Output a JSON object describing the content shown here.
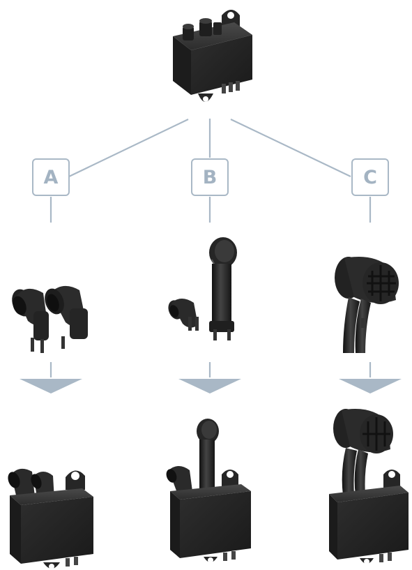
{
  "labels": {
    "a": "A",
    "b": "B",
    "c": "C"
  },
  "colors": {
    "line": "#a9b8c6",
    "arrow": "#a9b8c6",
    "label_text": "#a3b3c2",
    "housing": "#262626",
    "housing_highlight": "#3a3a3a",
    "housing_shadow": "#141414"
  },
  "icons": {
    "base_module": "junction-box-icon",
    "option_a_parts": "dual-elbow-connector-icon",
    "option_b_parts": "pipe-with-cap-connector-icon",
    "option_c_parts": "large-bent-duct-connector-icon",
    "arrow": "down-arrow-icon"
  }
}
